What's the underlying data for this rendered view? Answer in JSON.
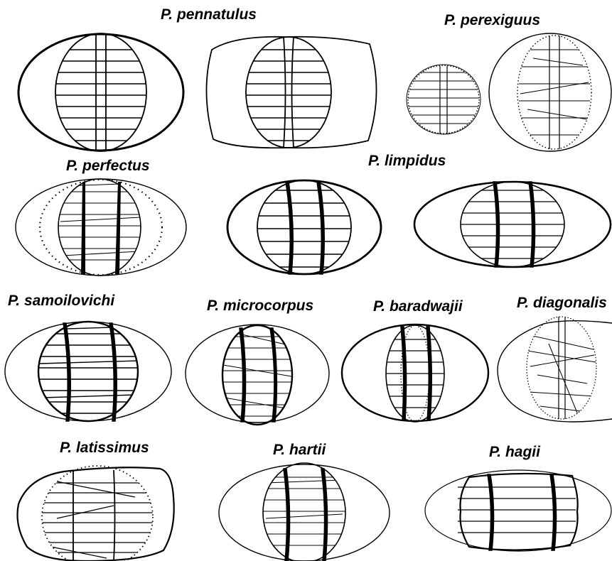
{
  "labels": {
    "pennatulus": "P. pennatulus",
    "perexiguus": "P. perexiguus",
    "perfectus": "P. perfectus",
    "limpidus": "P. limpidus",
    "samoilovichi": "P. samoilovichi",
    "microcorpus": "P. microcorpus",
    "baradwajii": "P. baradwajii",
    "diagonalis": "P. diagonalis",
    "latissimus": "P. latissimus",
    "hartii": "P. hartii",
    "hagii": "P. hagii"
  },
  "colors": {
    "ink": "#000000",
    "background": "#ffffff"
  }
}
